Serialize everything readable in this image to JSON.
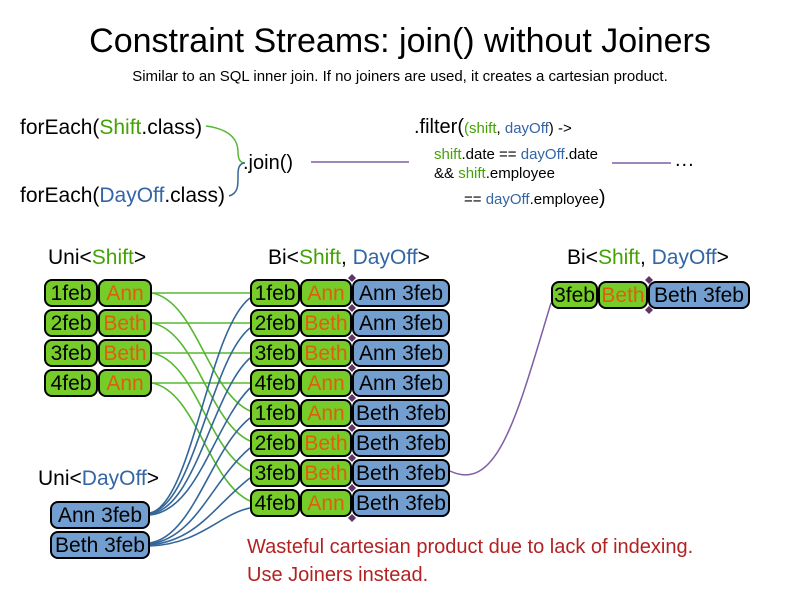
{
  "title": "Constraint Streams: join() without Joiners",
  "subtitle": "Similar to an SQL inner join. If no joiners are used, it creates a cartesian product.",
  "colors": {
    "shift_green_fill": "#76CC28",
    "dayoff_blue_fill": "#729FCF",
    "green_text": "#44A304",
    "blue_text": "#3465A4",
    "orange_text": "#DD5F0E",
    "warning_red": "#B22222",
    "purple_line": "#7E5FA5",
    "green_line": "#58B832",
    "blue_line": "#336699",
    "junction_diamond": "#5E3566"
  },
  "code": {
    "foreach_shift": {
      "pre": "forEach(",
      "cls": "Shift",
      "post": ".class)"
    },
    "foreach_dayoff": {
      "pre": "forEach(",
      "cls": "DayOff",
      "post": ".class)"
    },
    "join": ".join()",
    "filter": {
      "l1_fn": ".filter(",
      "l1_p1": "(shift",
      "l1_comma": ", ",
      "l1_p2": "dayOff",
      "l1_arrow": ") ->",
      "l2_a": "shift",
      "l2_b": ".date == ",
      "l2_c": "dayOff",
      "l2_d": ".date",
      "l3_a": "&& ",
      "l3_b": "shift",
      "l3_c": ".employee",
      "l4_a": "== ",
      "l4_b": "dayOff",
      "l4_c": ".employee",
      "l4_close": ")"
    },
    "ellipsis": "..."
  },
  "left_table": {
    "label": {
      "pre": "Uni<",
      "type": "Shift",
      "post": ">"
    },
    "rows": [
      {
        "date": "1feb",
        "name": "Ann"
      },
      {
        "date": "2feb",
        "name": "Beth"
      },
      {
        "date": "3feb",
        "name": "Beth"
      },
      {
        "date": "4feb",
        "name": "Ann"
      }
    ]
  },
  "middle_table": {
    "label": {
      "pre": "Bi<",
      "type1": "Shift",
      "comma": ", ",
      "type2": "DayOff",
      "post": ">"
    },
    "rows": [
      {
        "date": "1feb",
        "name": "Ann",
        "pair": "Ann 3feb"
      },
      {
        "date": "2feb",
        "name": "Beth",
        "pair": "Ann 3feb"
      },
      {
        "date": "3feb",
        "name": "Beth",
        "pair": "Ann 3feb"
      },
      {
        "date": "4feb",
        "name": "Ann",
        "pair": "Ann 3feb"
      },
      {
        "date": "1feb",
        "name": "Ann",
        "pair": "Beth 3feb"
      },
      {
        "date": "2feb",
        "name": "Beth",
        "pair": "Beth 3feb"
      },
      {
        "date": "3feb",
        "name": "Beth",
        "pair": "Beth 3feb"
      },
      {
        "date": "4feb",
        "name": "Ann",
        "pair": "Beth 3feb"
      }
    ]
  },
  "right_table": {
    "label": {
      "pre": "Bi<",
      "type1": "Shift",
      "comma": ", ",
      "type2": "DayOff",
      "post": ">"
    },
    "rows": [
      {
        "date": "3feb",
        "name": "Beth",
        "pair": "Beth 3feb"
      }
    ]
  },
  "dayoff_table": {
    "label": {
      "pre": "Uni<",
      "type": "DayOff",
      "post": ">"
    },
    "rows": [
      {
        "text": "Ann 3feb"
      },
      {
        "text": "Beth 3feb"
      }
    ]
  },
  "warning": {
    "line1": "Wasteful cartesian product due to lack of indexing.",
    "line2": "Use Joiners instead."
  }
}
